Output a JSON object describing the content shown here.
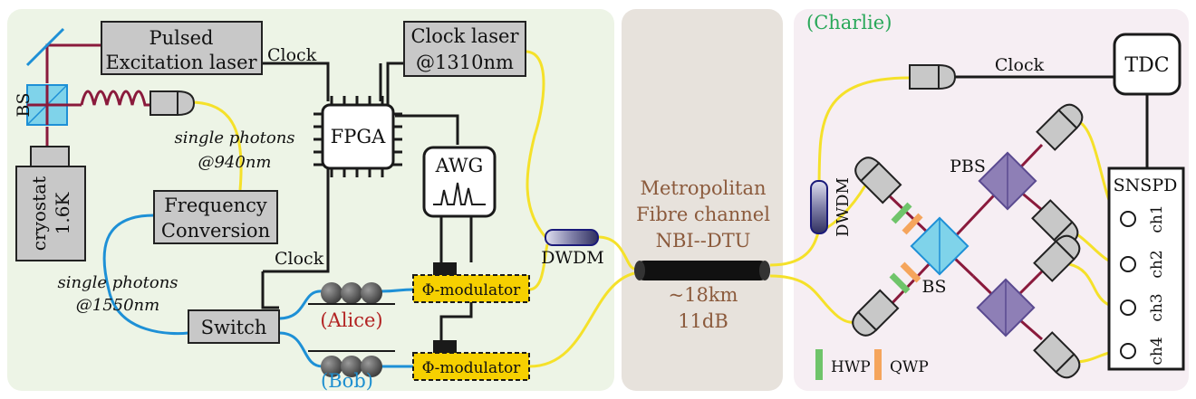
{
  "colors": {
    "panel_left": "#edf4e6",
    "panel_mid": "#e7e2dc",
    "panel_right": "#f6eef3",
    "box_gray": "#c8c8c8",
    "fiber_yellow": "#f5e12a",
    "fiber_blue": "#1e90d6",
    "cable_red": "#8a1a3c",
    "modulator_yellow": "#f6d000",
    "bs_cyan": "#7fd3ea",
    "pbs_purple": "#8e7fb6",
    "hwp_green": "#6fc46a",
    "qwp_orange": "#f5a55c",
    "charlie_green": "#2aa85a",
    "alice_red": "#b22222",
    "bob_blue": "#1e8fd0",
    "channel_brown": "#8b5a3c"
  },
  "left": {
    "pulsed_laser": [
      "Pulsed",
      "Excitation laser"
    ],
    "clock_top": "Clock",
    "clock_laser": [
      "Clock laser",
      "@1310nm"
    ],
    "bs": "BS",
    "fpga": "FPGA",
    "awg": "AWG",
    "cryostat": [
      "cryostat",
      "1.6K"
    ],
    "single_photons_940": [
      "single photons",
      "@940nm"
    ],
    "frequency_conversion": [
      "Frequency",
      "Conversion"
    ],
    "single_photons_1550": [
      "single photons",
      "@1550nm"
    ],
    "clock_bottom": "Clock",
    "switch": "Switch",
    "alice": "(Alice)",
    "bob": "(Bob)",
    "modulator_1": "Φ-modulator",
    "modulator_2": "Φ-modulator",
    "dwdm": "DWDM"
  },
  "middle": {
    "channel": [
      "Metropolitan",
      "Fibre channel",
      "NBI--DTU"
    ],
    "distance": "~18km",
    "loss": "11dB"
  },
  "right": {
    "charlie": "(Charlie)",
    "clock": "Clock",
    "tdc": "TDC",
    "dwdm": "DWDM",
    "pbs": "PBS",
    "bs": "BS",
    "snspd": "SNSPD",
    "channels": [
      "ch1",
      "ch2",
      "ch3",
      "ch4"
    ],
    "hwp": "HWP",
    "qwp": "QWP"
  }
}
